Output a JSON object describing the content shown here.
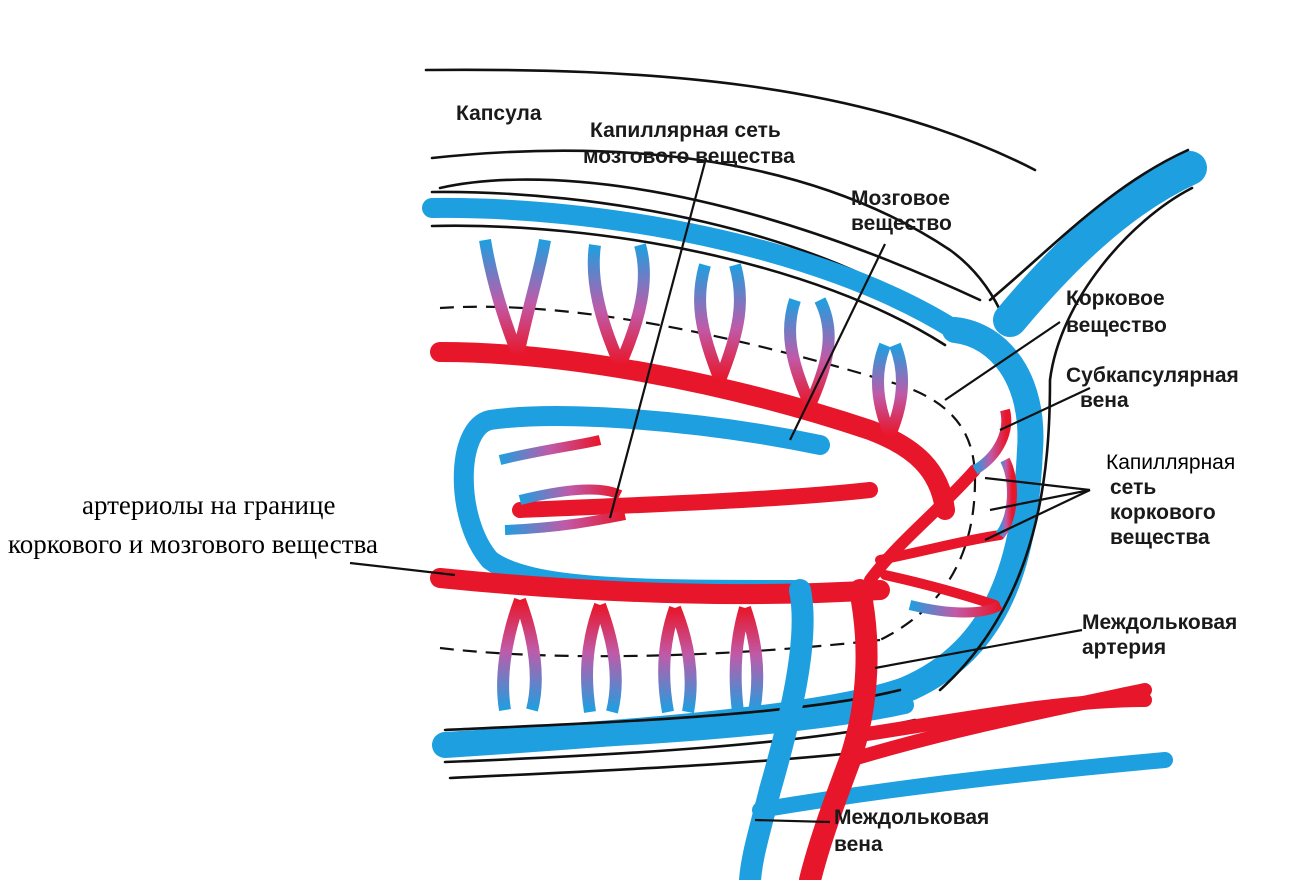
{
  "colors": {
    "vein": "#1e9fe0",
    "artery": "#e8162a",
    "outline": "#111111",
    "background": "#ffffff"
  },
  "labels": {
    "capsule": "Капсула",
    "medullary_capillary_line1": "Капиллярная сеть",
    "medullary_capillary_line2": "мозгового вещества",
    "medulla_line1": "Мозговое",
    "medulla_line2": "вещество",
    "cortex_line1": "Корковое",
    "cortex_line2": "вещество",
    "subcapsular_line1": "Субкапсулярная",
    "subcapsular_line2": "вена",
    "cortical_capillary_line1": "Капиллярная",
    "cortical_capillary_line2": "сеть",
    "cortical_capillary_line3": "коркового",
    "cortical_capillary_line4": "вещества",
    "arterioles_line1": "артериолы на границе",
    "arterioles_line2": "коркового и мозгового вещества",
    "interlobular_artery_line1": "Междольковая",
    "interlobular_artery_line2": "артерия",
    "interlobular_vein_line1": "Междольковая",
    "interlobular_vein_line2": "вена"
  }
}
